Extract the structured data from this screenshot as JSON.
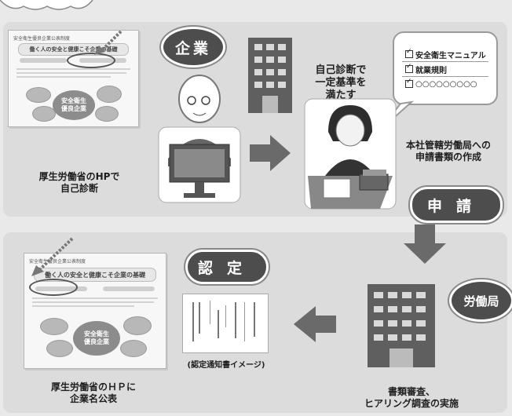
{
  "roles": {
    "company": "企業",
    "labor_bureau": "労働局"
  },
  "stamps": {
    "apply": "申請",
    "certify": "認定"
  },
  "captions": {
    "self_check_lines": [
      "厚生労働省のHPで",
      "自己診断"
    ],
    "meet_standard_lines": [
      "自己診断で",
      "一定基準を",
      "満たす"
    ],
    "documents_lines": [
      "本社管轄労働局への",
      "申請書類の作成"
    ],
    "review_lines": [
      "書類審査、",
      "ヒアリング調査の実施"
    ],
    "notice": "(認定通知書イメージ)",
    "publish_lines": [
      "厚生労働省のＨＰに",
      "企業名公表"
    ]
  },
  "checklist": [
    "安全衛生マニュアル",
    "就業規則",
    "○○○○○○○○○"
  ],
  "web_shot": {
    "header": "安全衛生優良企業公表制度",
    "title": "働く人の安全と健康こそ企業の基礎",
    "center_lines": [
      "安全衛生",
      "優良企業"
    ]
  },
  "colors": {
    "badge": "#4d4d4d",
    "panel": "#dcdcdc",
    "arrow": "#6a6a6a"
  }
}
